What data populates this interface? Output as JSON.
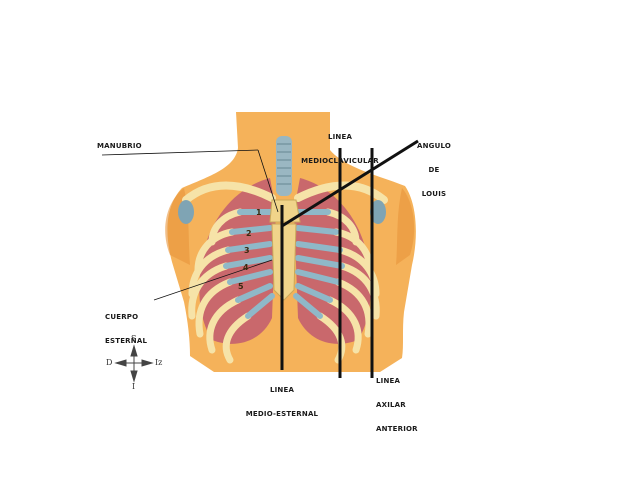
{
  "labels": {
    "manubrio": "MANUBRIO",
    "linea_medioclavicular": [
      "LINEA",
      "MEDIOCLAVICULAR"
    ],
    "angulo_de_louis": [
      "ANGULO",
      "DE",
      "LOUIS"
    ],
    "cuerpo_esternal": [
      "CUERPO",
      "ESTERNAL"
    ],
    "linea_medio_esternal": [
      "LINEA",
      "MEDIO-ESTERNAL"
    ],
    "linea_axilar_anterior": [
      "LINEA",
      "AXILAR",
      "ANTERIOR"
    ]
  },
  "rib_numbers": [
    "1",
    "2",
    "3",
    "4",
    "5"
  ],
  "compass": {
    "top": "S",
    "left": "D",
    "right": "Iz",
    "bottom": "I"
  },
  "colors": {
    "skin": "#f5b25a",
    "skin_shadow": "#e8943a",
    "rib": "#f6e3a8",
    "cartilage": "#8fb8c8",
    "lung": "#c9686c",
    "line": "#111111"
  }
}
